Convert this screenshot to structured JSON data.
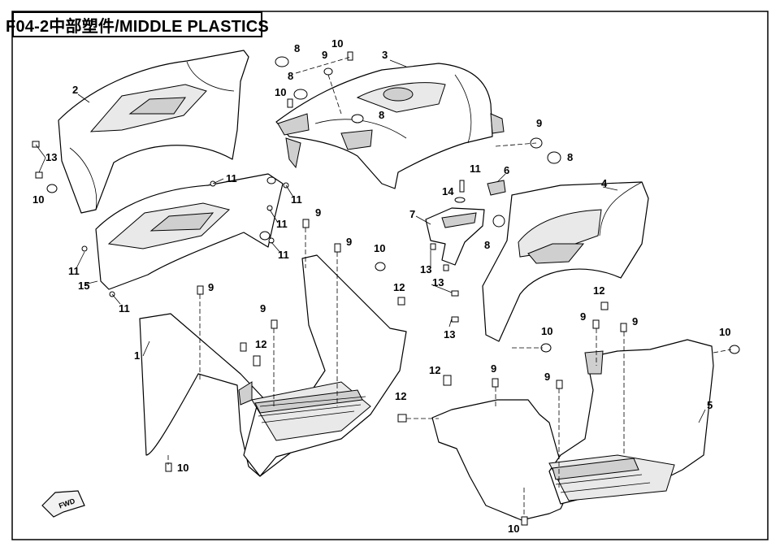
{
  "title": "F04-2中部塑件/MIDDLE PLASTICS",
  "callouts": [
    "1",
    "2",
    "3",
    "4",
    "5",
    "6",
    "7",
    "8",
    "9",
    "10",
    "11",
    "12",
    "13",
    "14",
    "15"
  ],
  "direction_label": "FWD"
}
